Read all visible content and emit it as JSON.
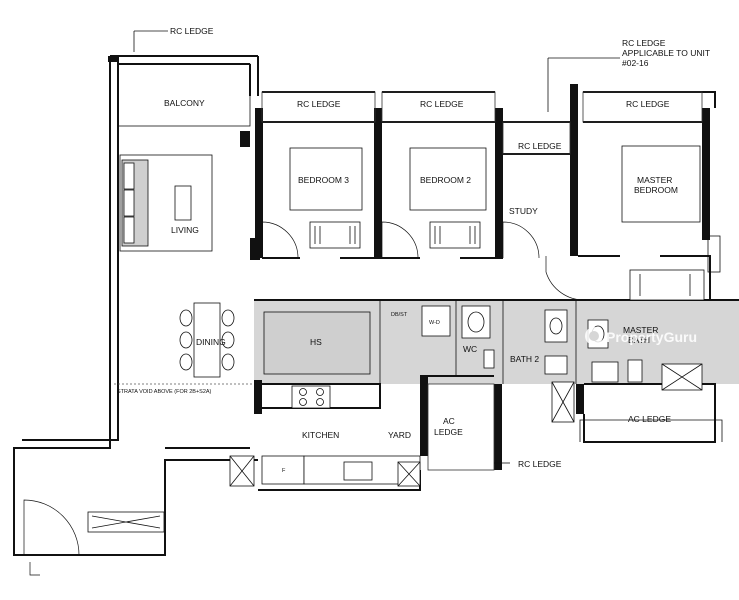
{
  "labels": {
    "rc_ledge_top": "RC LEDGE",
    "rc_ledge_bedroom3": "RC LEDGE",
    "rc_ledge_bedroom2": "RC LEDGE",
    "rc_ledge_study": "RC LEDGE",
    "rc_ledge_master": "RC LEDGE",
    "rc_ledge_unit_line1": "RC LEDGE",
    "rc_ledge_unit_line2": "APPLICABLE TO UNIT",
    "rc_ledge_unit_line3": "#02-16",
    "rc_ledge_yard": "RC LEDGE",
    "balcony": "BALCONY",
    "living": "LIVING",
    "dining": "DINING",
    "bedroom3": "BEDROOM 3",
    "bedroom2": "BEDROOM 2",
    "study": "STUDY",
    "master_bedroom_line1": "MASTER",
    "master_bedroom_line2": "BEDROOM",
    "hs": "HS",
    "dbst": "DB/ST",
    "wd": "W-D",
    "wc": "WC",
    "bath2": "BATH 2",
    "master_bath_line1": "MASTER",
    "master_bath_line2": "BATH",
    "kitchen": "KITCHEN",
    "yard": "YARD",
    "ac_ledge_yard_line1": "AC",
    "ac_ledge_yard_line2": "LEDGE",
    "ac_ledge_master": "AC LEDGE",
    "strata_void": "STRATA VOID ABOVE (FOR 2B+S2A)",
    "fridge": "F"
  },
  "watermark": {
    "text": "PropertyGuru",
    "color": "#ffffff"
  }
}
